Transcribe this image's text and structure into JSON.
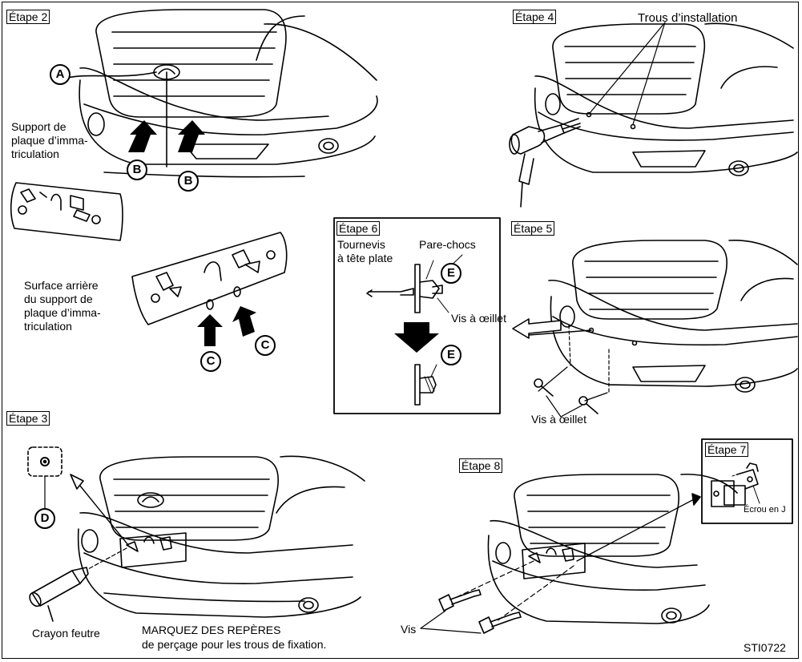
{
  "steps": {
    "s2": "Étape 2",
    "s3": "Étape 3",
    "s4": "Étape 4",
    "s5": "Étape 5",
    "s6": "Étape 6",
    "s7": "Étape 7",
    "s8": "Étape 8"
  },
  "callouts": {
    "a": "A",
    "b": "B",
    "c": "C",
    "d": "D",
    "e": "E"
  },
  "labels": {
    "support": "Support de\nplaque d’imma-\ntriculation",
    "surface": "Surface arrière\ndu support de\nplaque d’imma-\ntriculation",
    "trous": "Trous d’installation",
    "tournevis": "Tournevis\nà tête plate",
    "pare_chocs": "Pare-chocs",
    "vis_oeillet_6": "Vis à œillet",
    "vis_oeillet_5": "Vis à œillet",
    "ecrou": "Écrou en J",
    "crayon": "Crayon feutre",
    "marquez_1": "MARQUEZ DES REPÈRES",
    "marquez_2": "de perçage pour les trous de fixation.",
    "vis": "Vis",
    "code": "STI0722"
  }
}
